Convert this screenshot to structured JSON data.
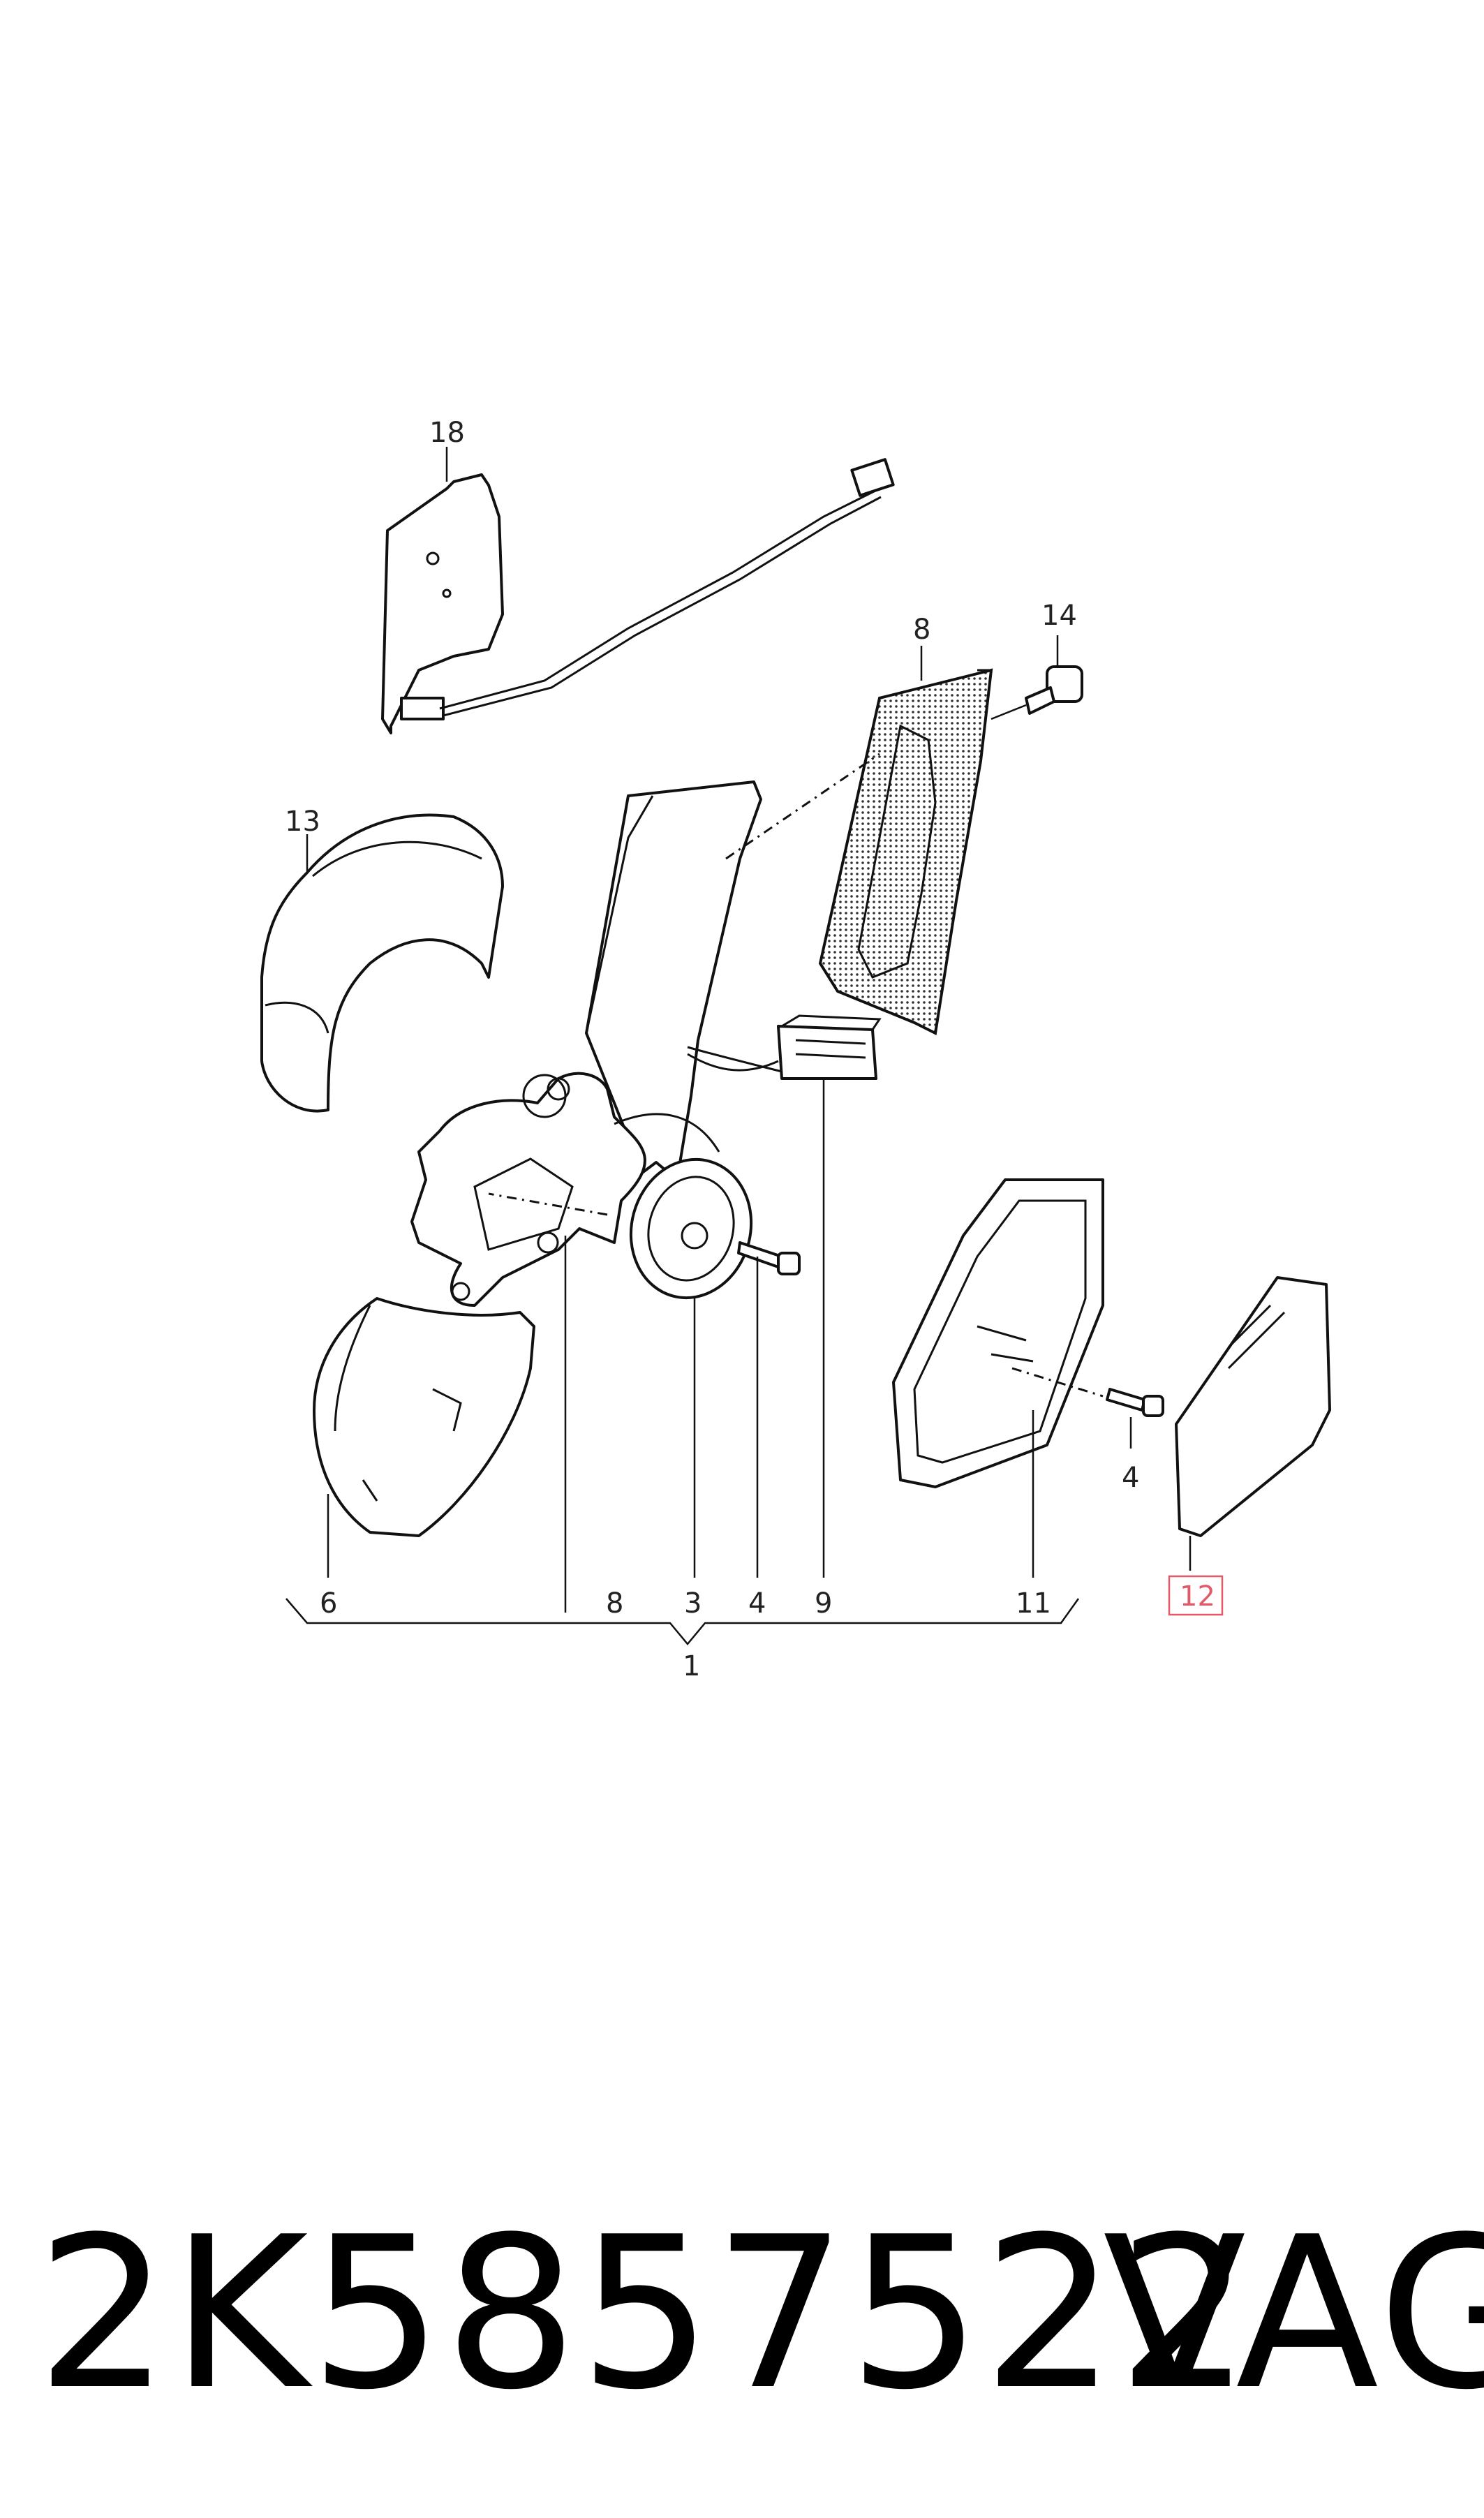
{
  "callouts": {
    "c18": "18",
    "c8_top": "8",
    "c14": "14",
    "c13": "13",
    "c6": "6",
    "c8_bottom": "8",
    "c3": "3",
    "c4_left": "4",
    "c9": "9",
    "c11": "11",
    "c4_right": "4",
    "c12": "12",
    "c1": "1"
  },
  "highlight_color": "#e05a6a",
  "footer": {
    "part_number": "2K5857522",
    "brand": "VAG"
  }
}
